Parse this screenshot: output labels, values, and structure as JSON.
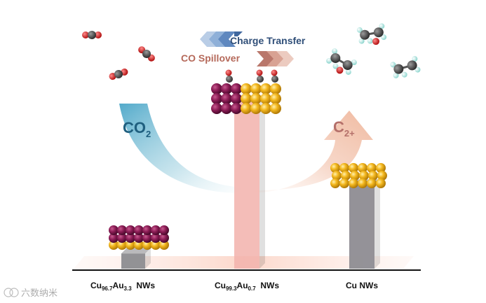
{
  "arrows": {
    "charge_transfer": "Charge Transfer",
    "co_spillover": "CO Spillover"
  },
  "reactant": {
    "base": "CO",
    "sub": "2"
  },
  "product": {
    "base": "C",
    "sub": "2+"
  },
  "categories": [
    {
      "pre": "Cu",
      "sub1": "96.7",
      "mid": "Au",
      "sub2": "3.3",
      "post": "  NWs"
    },
    {
      "pre": "Cu",
      "sub1": "99.3",
      "mid": "Au",
      "sub2": "0.7",
      "post": "  NWs"
    },
    {
      "text": "Cu NWs"
    }
  ],
  "chart_data": {
    "type": "bar",
    "categories": [
      "Cu96.7Au3.3 NWs",
      "Cu99.3Au0.7 NWs",
      "Cu NWs"
    ],
    "values": [
      4,
      44,
      22
    ],
    "ylim": [
      0,
      50
    ],
    "grid": false,
    "colors": [
      "#8c8c90",
      "#f2b2ac",
      "#8e8c92"
    ]
  },
  "colors": {
    "cu_atom": "#f2b41b",
    "au_atom": "#8b1c55",
    "charge_arrow": "#4a6b9c",
    "spillover_arrow": "#b5695a",
    "co2_text": "#1f5f7f",
    "c2_text": "#b5706a"
  },
  "watermark": "六数纳米"
}
